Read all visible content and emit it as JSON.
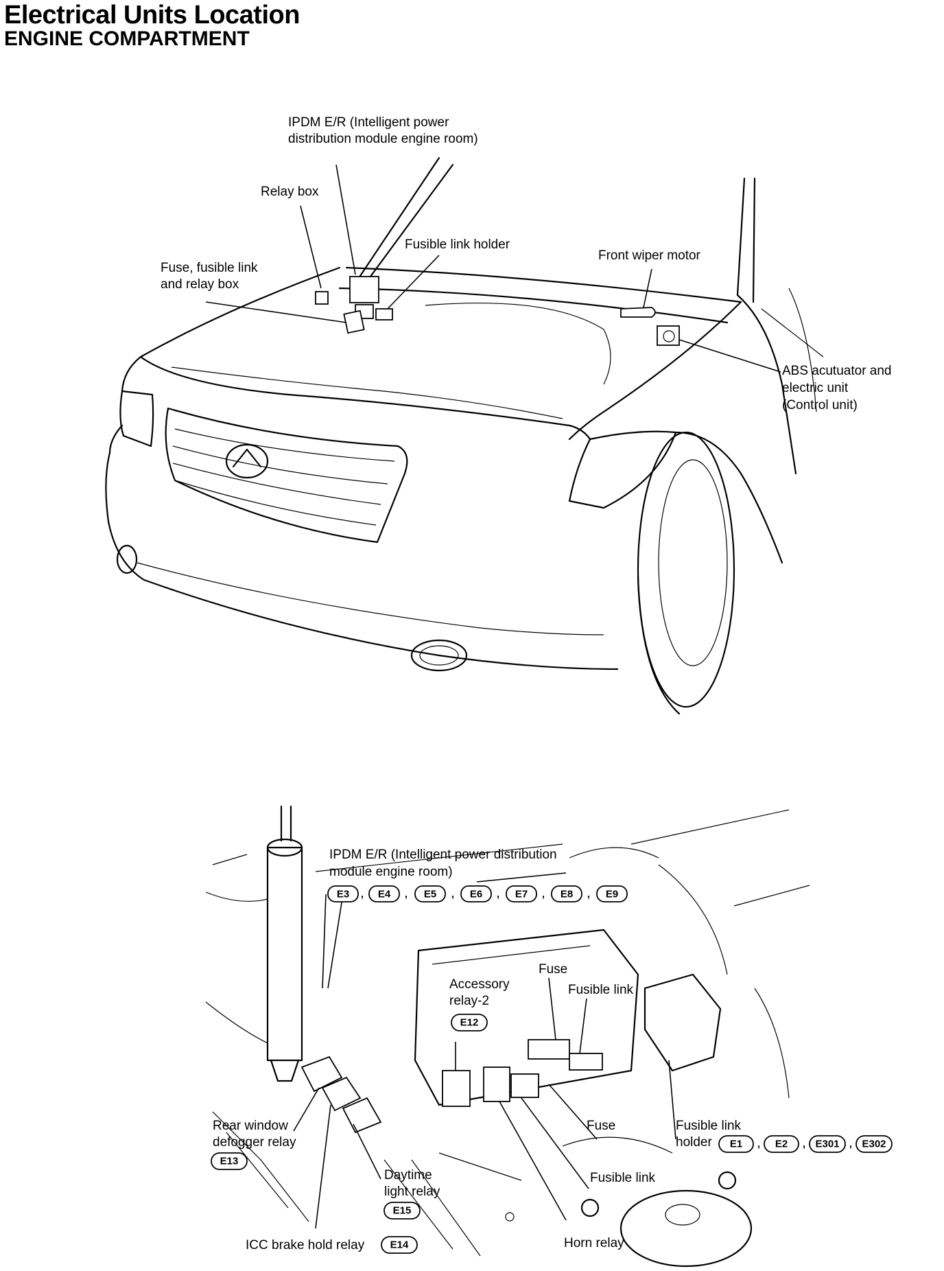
{
  "header": {
    "title": "Electrical Units Location",
    "subtitle": "ENGINE COMPARTMENT"
  },
  "top_labels": {
    "ipdm_1": "IPDM E/R (Intelligent power",
    "ipdm_2": "distribution module engine room)",
    "relay_box": "Relay box",
    "fusible_link_holder": "Fusible link holder",
    "front_wiper_motor": "Front wiper motor",
    "fuse_box_1": "Fuse, fusible link",
    "fuse_box_2": "and relay box",
    "abs_1": "ABS acutuator and",
    "abs_2": "electric unit",
    "abs_3": "(Control unit)"
  },
  "bottom_labels": {
    "ipdm_1": "IPDM E/R (Intelligent power distribution",
    "ipdm_2": "module engine room)",
    "accessory_1": "Accessory",
    "accessory_2": "relay-2",
    "fuse_upper": "Fuse",
    "fusible_link_upper": "Fusible link",
    "rear_window_1": "Rear window",
    "rear_window_2": "defogger relay",
    "fuse_lower": "Fuse",
    "fusible_link_holder_1": "Fusible link",
    "fusible_link_holder_2": "holder",
    "daytime_1": "Daytime",
    "daytime_2": "light relay",
    "fusible_link_lower": "Fusible link",
    "icc_brake": "ICC brake hold relay",
    "horn_relay": "Horn relay"
  },
  "connectors": {
    "ipdm": [
      "E3",
      "E4",
      "E5",
      "E6",
      "E7",
      "E8",
      "E9"
    ],
    "accessory_relay": "E12",
    "rear_window_relay": "E13",
    "icc_brake_relay": "E14",
    "daytime_relay": "E15",
    "fusible_link_holder": [
      "E1",
      "E2",
      "E301",
      "E302"
    ],
    "separator": ","
  }
}
